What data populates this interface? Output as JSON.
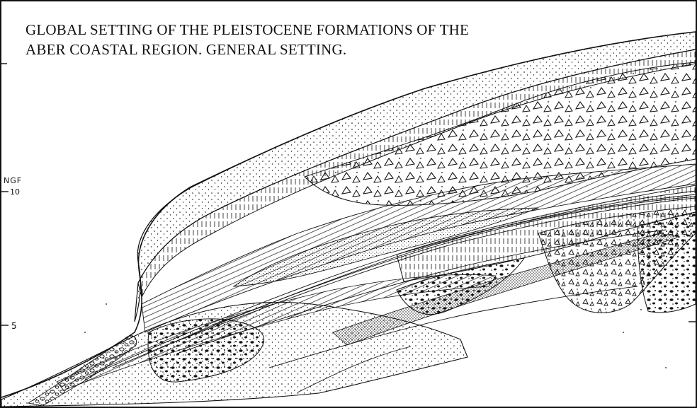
{
  "title": {
    "line1": "GLOBAL SETTING OF THE PLEISTOCENE FORMATIONS OF THE",
    "line2": "ABER COASTAL REGION.  GENERAL SETTING."
  },
  "axis": {
    "label": "NGF",
    "ticks": [
      "10",
      "5"
    ]
  }
}
